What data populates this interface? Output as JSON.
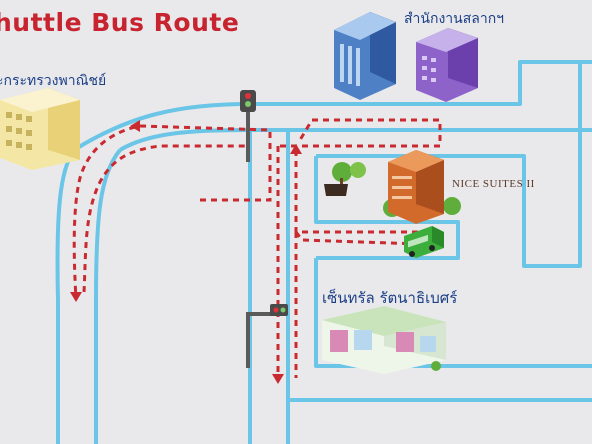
{
  "title": "huttle Bus Route",
  "places": {
    "ministry": "ะกระทรวงพาณิชย์",
    "lottery": "สำนักงานสลากฯ",
    "hotel_sign": "NICE SUITES II",
    "central": "เซ็นทรัล รัตนาธิเบศร์"
  },
  "colors": {
    "road": "#69c4e4",
    "route": "#c82a30",
    "title": "#c8242f",
    "labels": "#1c3f86",
    "background": "#e9e9ec"
  }
}
